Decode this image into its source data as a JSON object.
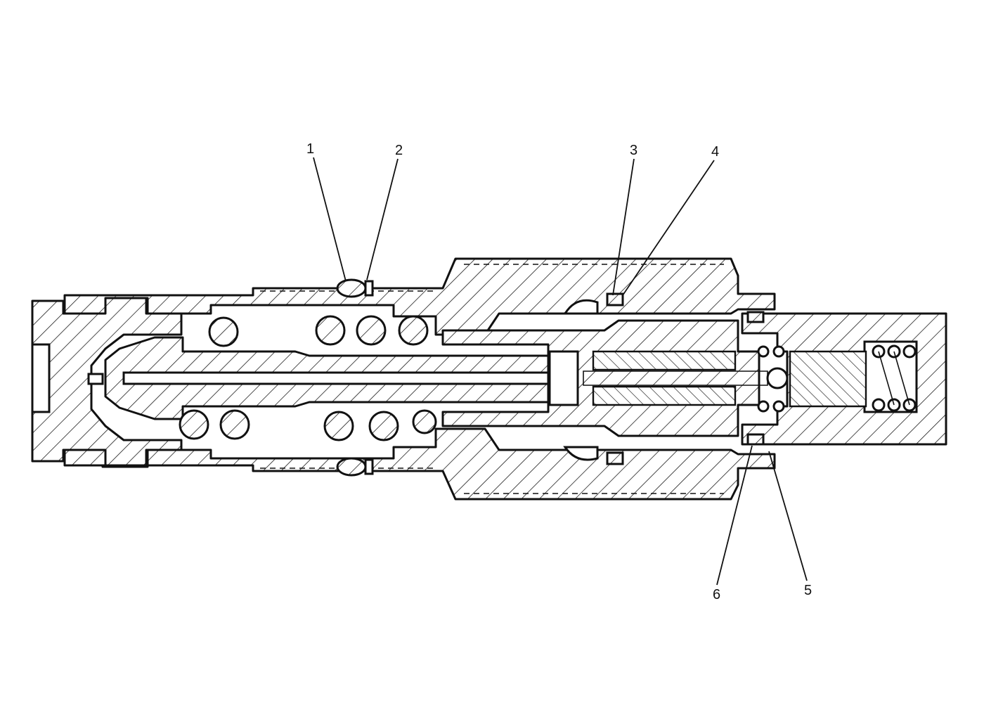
{
  "callouts": [
    {
      "label": "1"
    },
    {
      "label": "2"
    },
    {
      "label": "3"
    },
    {
      "label": "4"
    },
    {
      "label": "5"
    },
    {
      "label": "6"
    }
  ],
  "colors": {
    "line": "#111111",
    "background": "#ffffff"
  }
}
